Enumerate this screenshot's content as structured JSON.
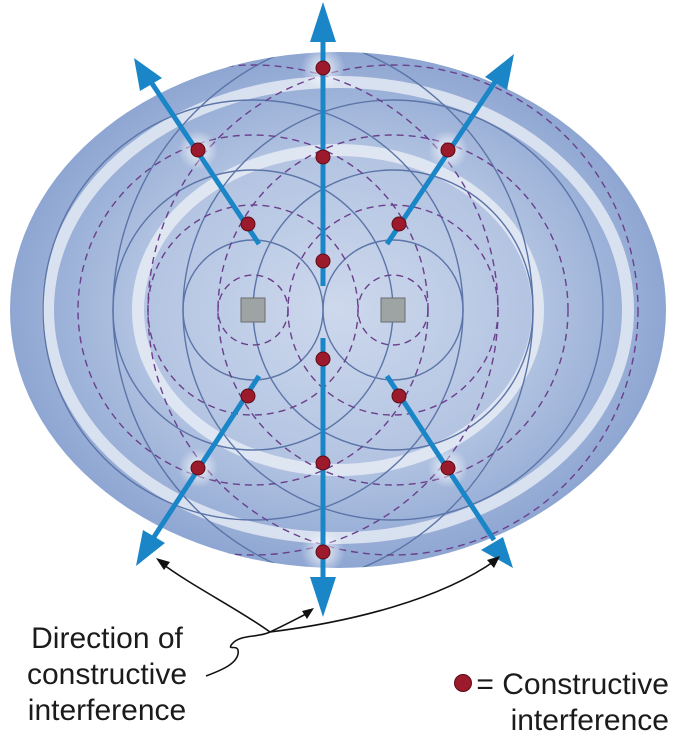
{
  "labels": {
    "direction_line1": "Direction of",
    "direction_line2": "constructive",
    "direction_line3": "interference",
    "legend_line1": "= Constructive",
    "legend_line2": "interference"
  },
  "colors": {
    "wave_field_outer": "#8ea6d2",
    "wave_field_inner": "#d9e2f1",
    "crest_line": "#5c75a8",
    "trough_line": "#6a3f8c",
    "arrow": "#1a86c8",
    "constructive_dot": "#9b1a2c",
    "source": "#9ea3a3"
  },
  "icons": {
    "source": "gray-square-icon",
    "direction": "arrow-icon",
    "constructive": "red-dot-icon"
  }
}
